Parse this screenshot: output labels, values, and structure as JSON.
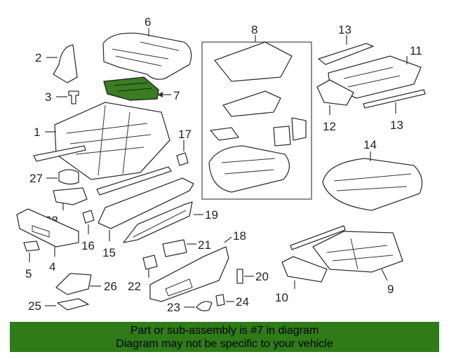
{
  "callouts": {
    "c1": "1",
    "c2": "2",
    "c3": "3",
    "c4": "4",
    "c5": "5",
    "c6": "6",
    "c7": "7",
    "c8": "8",
    "c9": "9",
    "c10": "10",
    "c11": "11",
    "c12": "12",
    "c13a": "13",
    "c13b": "13",
    "c14": "14",
    "c15": "15",
    "c16": "16",
    "c17": "17",
    "c18": "18",
    "c19": "19",
    "c20": "20",
    "c21": "21",
    "c22": "22",
    "c23": "23",
    "c24": "24",
    "c25": "25",
    "c26": "26",
    "c27": "27",
    "c28": "28"
  },
  "highlight_color": "#3a7d22",
  "banner": {
    "line1": "Part or sub-assembly is #7 in diagram",
    "line2": "Diagram may not be specific to your vehicle"
  }
}
